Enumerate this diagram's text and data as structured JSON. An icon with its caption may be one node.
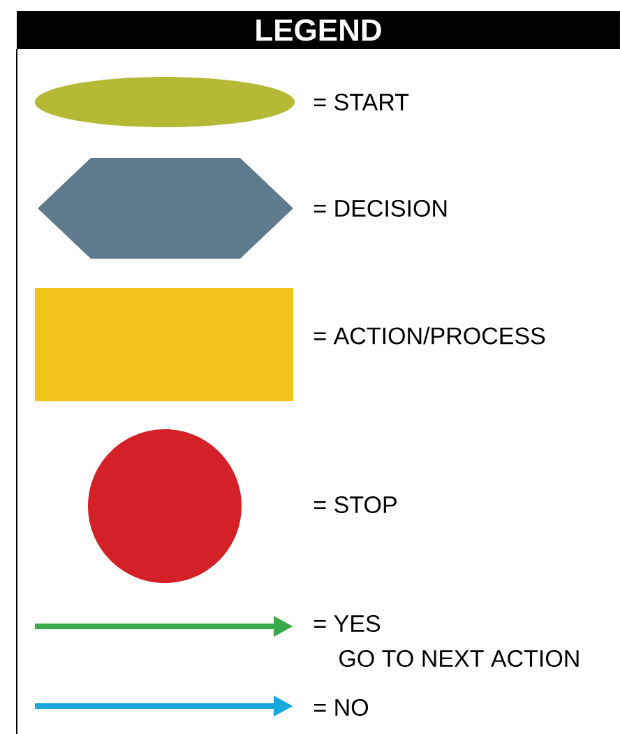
{
  "diagram": {
    "title": "LEGEND",
    "legend": [
      {
        "text": "= START",
        "color": "#b5b935"
      },
      {
        "text": "= DECISION",
        "color": "#5f7a8c"
      },
      {
        "text": "= ACTION/PROCESS",
        "color": "#f0c419"
      },
      {
        "text": "= STOP",
        "color": "#d42027"
      },
      {
        "text": "= YES",
        "color": "#3aaa49"
      },
      {
        "text": "= NO",
        "color": "#1aa7e0"
      }
    ],
    "labels": [
      "GO TO NEXT ACTION"
    ]
  }
}
